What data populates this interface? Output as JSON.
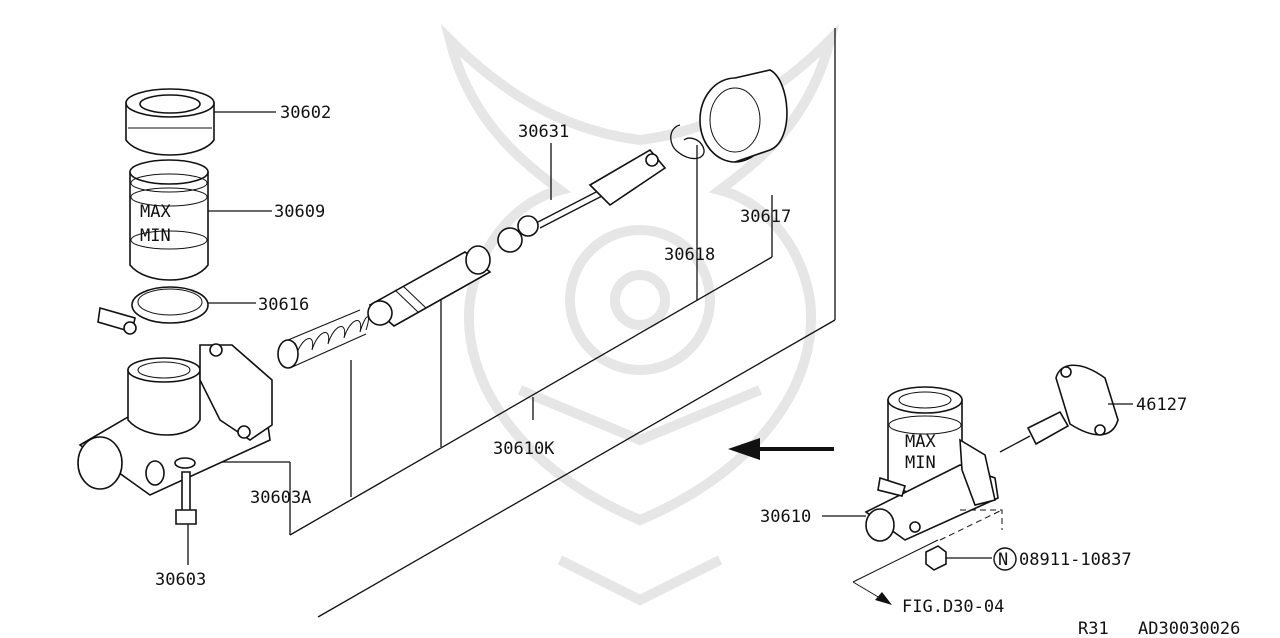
{
  "diagram": {
    "watermark_icon": "samurai-helmet-icon",
    "labels": {
      "p30602": "30602",
      "p30609": "30609",
      "p30616": "30616",
      "p30603A": "30603A",
      "p30603": "30603",
      "p30631": "30631",
      "p30618": "30618",
      "p30617": "30617",
      "p30610K": "30610K",
      "p30610": "30610",
      "p46127": "46127",
      "circled_n": "N",
      "p08911": "08911-10837",
      "fig_ref": "FIG.D30-04",
      "max_main": "MAX",
      "min_main": "MIN",
      "max_small": "MAX",
      "min_small": "MIN"
    },
    "footer": {
      "model": "R31",
      "code": "AD30030026"
    }
  }
}
